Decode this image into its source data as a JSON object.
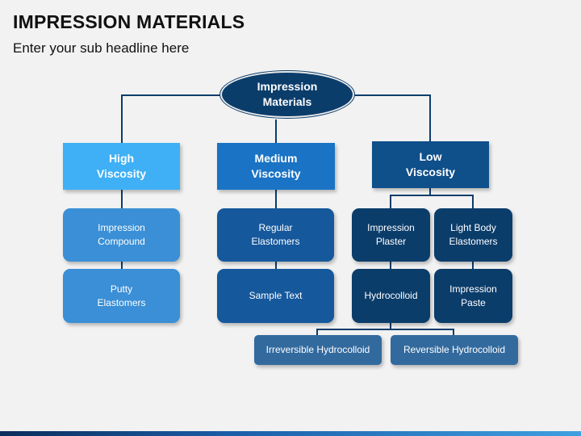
{
  "header": {
    "title": "IMPRESSION MATERIALS",
    "subtitle": "Enter your sub headline here"
  },
  "diagram": {
    "root": "Impression\nMaterials",
    "categories": {
      "high": "High\nViscosity",
      "medium": "Medium\nViscosity",
      "low": "Low\nViscosity"
    },
    "high_items": [
      "Impression\nCompound",
      "Putty\nElastomers"
    ],
    "medium_items": [
      "Regular\nElastomers",
      "Sample Text"
    ],
    "low_items": [
      "Impression\nPlaster",
      "Light Body\nElastomers",
      "Hydrocolloid",
      "Impression\nPaste"
    ],
    "hydrocolloid_types": [
      "Irreversible Hydrocolloid",
      "Reversible Hydrocolloid"
    ]
  },
  "colors": {
    "root": "#0b3d6b",
    "high_header": "#3fb0f5",
    "high_items": "#3a8fd6",
    "medium_header": "#1a73c4",
    "medium_items": "#15589c",
    "low_header": "#0f4f8a",
    "low_items": "#0b3d6b",
    "hydrocolloid_types": "#336a9e",
    "connector": "#0b3d6b"
  }
}
